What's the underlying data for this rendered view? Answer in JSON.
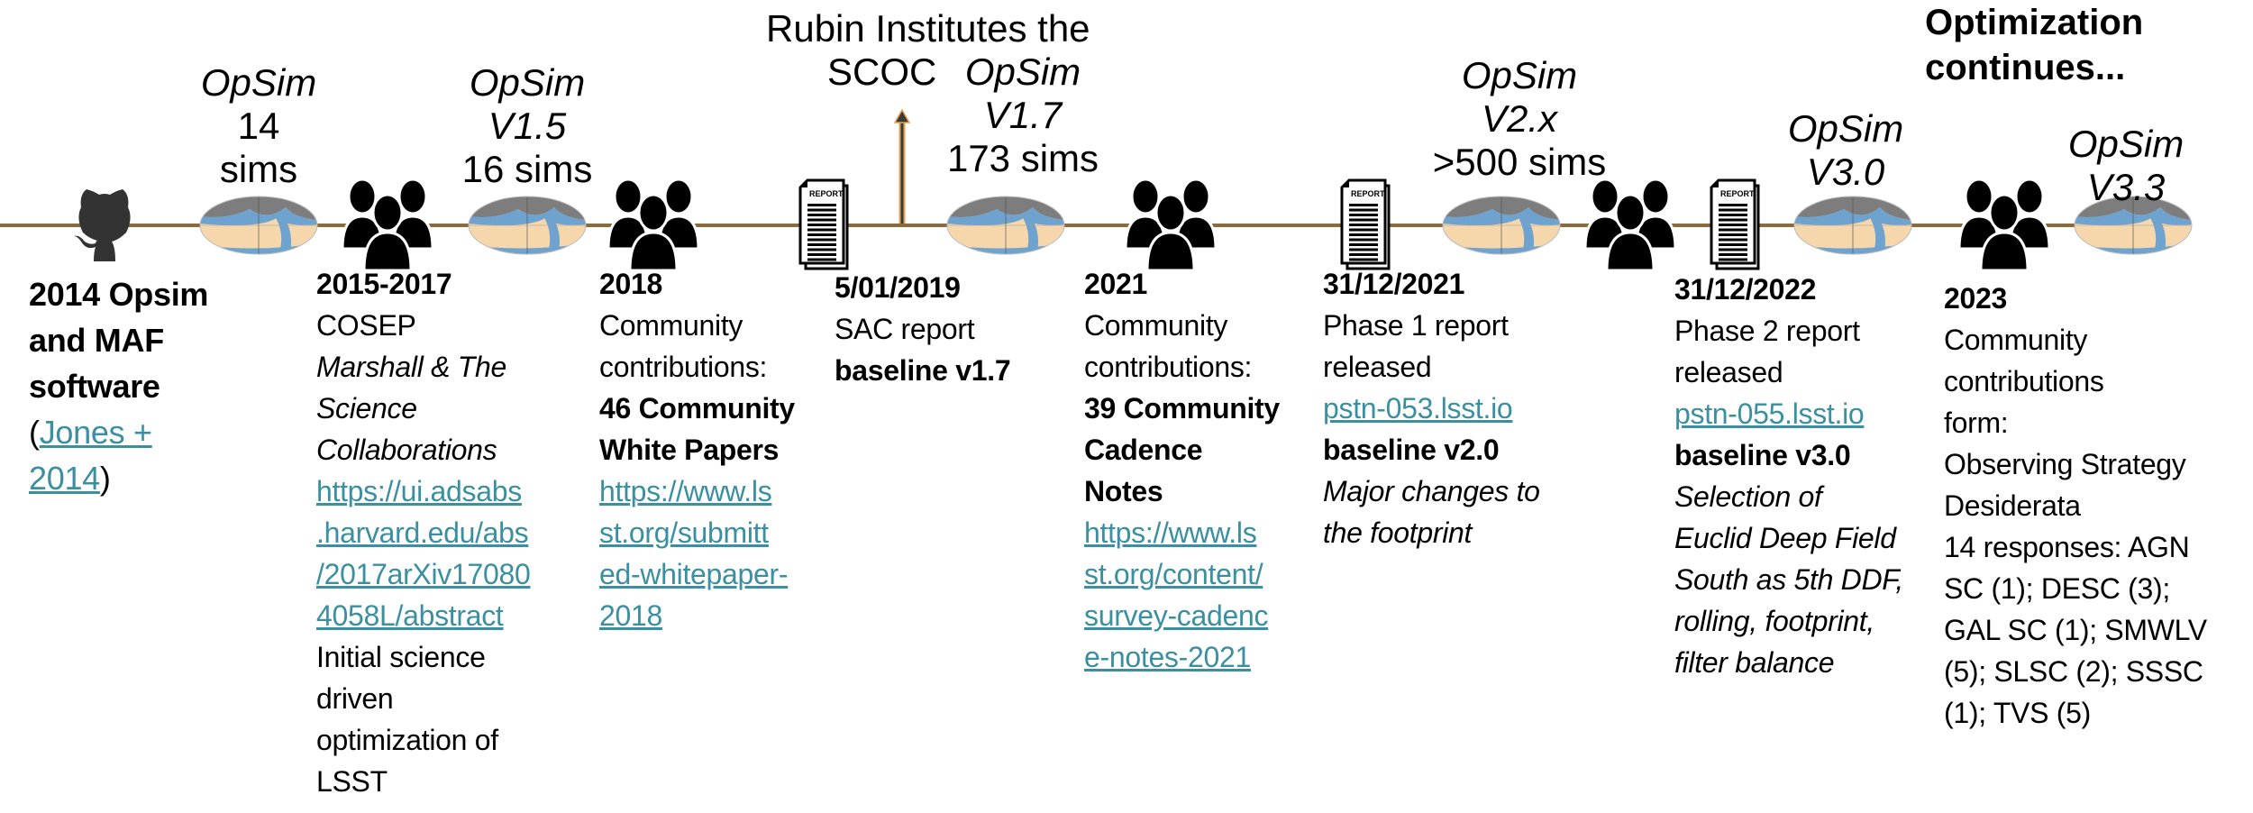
{
  "colors": {
    "timeline": "#8a6b3e",
    "link": "#3a8fa0",
    "arrow_outline": "#e8a24a",
    "globe_blue": "#6fa3cf",
    "globe_peach": "#f6d7ab",
    "globe_grey": "#7d7d7d"
  },
  "icons": [
    "github-icon",
    "globe-map-icon",
    "people-group-icon",
    "report-document-icon",
    "arrow-up-icon"
  ],
  "top": {
    "opsim14": [
      "OpSim",
      "14",
      "sims"
    ],
    "opsim15": [
      "OpSim",
      "V1.5",
      "16 sims"
    ],
    "rubin": [
      "Rubin Institutes the",
      "SCOC"
    ],
    "opsim17": [
      "OpSim",
      "V1.7",
      "173 sims"
    ],
    "opsim2x": [
      "OpSim",
      "V2.x",
      ">500 sims"
    ],
    "optimization": [
      "Optimization",
      "continues..."
    ],
    "opsim30": [
      "OpSim",
      "V3.0"
    ],
    "opsim33": [
      "OpSim",
      "V3.3"
    ]
  },
  "columns": [
    [
      [
        {
          "t": "2014 Opsim",
          "s": "b"
        }
      ],
      [
        {
          "t": "and MAF",
          "s": "b"
        }
      ],
      [
        {
          "t": "software",
          "s": "b"
        }
      ],
      [
        {
          "t": "(",
          "s": ""
        },
        {
          "t": "Jones +",
          "s": "l"
        }
      ],
      [
        {
          "t": "2014",
          "s": "l"
        },
        {
          "t": ")",
          "s": ""
        }
      ]
    ],
    [
      [
        {
          "t": "2015-2017",
          "s": "b"
        }
      ],
      [
        {
          "t": "COSEP",
          "s": ""
        }
      ],
      [
        {
          "t": "Marshall & The",
          "s": "i"
        }
      ],
      [
        {
          "t": "Science",
          "s": "i"
        }
      ],
      [
        {
          "t": "Collaborations",
          "s": "i"
        }
      ],
      [
        {
          "t": "https://ui.adsabs",
          "s": "l"
        }
      ],
      [
        {
          "t": ".harvard.edu/abs",
          "s": "l"
        }
      ],
      [
        {
          "t": "/2017arXiv17080",
          "s": "l"
        }
      ],
      [
        {
          "t": "4058L/abstract",
          "s": "l"
        }
      ],
      [
        {
          "t": "Initial science",
          "s": ""
        }
      ],
      [
        {
          "t": "driven",
          "s": ""
        }
      ],
      [
        {
          "t": "optimization of",
          "s": ""
        }
      ],
      [
        {
          "t": "LSST",
          "s": ""
        }
      ]
    ],
    [
      [
        {
          "t": "2018",
          "s": "b"
        }
      ],
      [
        {
          "t": "Community",
          "s": ""
        }
      ],
      [
        {
          "t": "contributions:",
          "s": ""
        }
      ],
      [
        {
          "t": "46 Community",
          "s": "b"
        }
      ],
      [
        {
          "t": "White Papers",
          "s": "b"
        }
      ],
      [
        {
          "t": "https://www.ls",
          "s": "l"
        }
      ],
      [
        {
          "t": "st.org/submitt",
          "s": "l"
        }
      ],
      [
        {
          "t": "ed-whitepaper-",
          "s": "l"
        }
      ],
      [
        {
          "t": "2018",
          "s": "l"
        }
      ]
    ],
    [
      [
        {
          "t": "5/01/2019",
          "s": "b"
        }
      ],
      [
        {
          "t": "SAC report",
          "s": ""
        }
      ],
      [
        {
          "t": "baseline v1.7",
          "s": "b"
        }
      ]
    ],
    [
      [
        {
          "t": "2021",
          "s": "b"
        }
      ],
      [
        {
          "t": "Community",
          "s": ""
        }
      ],
      [
        {
          "t": "contributions:",
          "s": ""
        }
      ],
      [
        {
          "t": "39 Community",
          "s": "b"
        }
      ],
      [
        {
          "t": "Cadence",
          "s": "b"
        }
      ],
      [
        {
          "t": "Notes",
          "s": "b"
        }
      ],
      [
        {
          "t": "https://www.ls",
          "s": "l"
        }
      ],
      [
        {
          "t": "st.org/content/",
          "s": "l"
        }
      ],
      [
        {
          "t": "survey-cadenc",
          "s": "l"
        }
      ],
      [
        {
          "t": "e-notes-2021",
          "s": "l"
        }
      ]
    ],
    [
      [
        {
          "t": "31/12/2021",
          "s": "b"
        }
      ],
      [
        {
          "t": "Phase 1 report",
          "s": ""
        }
      ],
      [
        {
          "t": "released",
          "s": ""
        }
      ],
      [
        {
          "t": "pstn-053.lsst.io",
          "s": "l"
        }
      ],
      [
        {
          "t": "baseline v2.0",
          "s": "b"
        }
      ],
      [
        {
          "t": "Major changes to",
          "s": "i"
        }
      ],
      [
        {
          "t": "the footprint",
          "s": "i"
        }
      ]
    ],
    [
      [
        {
          "t": "31/12/2022",
          "s": "b"
        }
      ],
      [
        {
          "t": "Phase 2 report",
          "s": ""
        }
      ],
      [
        {
          "t": "released",
          "s": ""
        }
      ],
      [
        {
          "t": "pstn-055.lsst.io",
          "s": "l"
        }
      ],
      [
        {
          "t": "baseline v3.0",
          "s": "b"
        }
      ],
      [
        {
          "t": "Selection of",
          "s": "i"
        }
      ],
      [
        {
          "t": "Euclid Deep Field",
          "s": "i"
        }
      ],
      [
        {
          "t": "South as 5th DDF,",
          "s": "i"
        }
      ],
      [
        {
          "t": "rolling, footprint,",
          "s": "i"
        }
      ],
      [
        {
          "t": "filter balance",
          "s": "i"
        }
      ]
    ],
    [
      [
        {
          "t": "2023",
          "s": "b"
        }
      ],
      [
        {
          "t": "Community",
          "s": ""
        }
      ],
      [
        {
          "t": "contributions",
          "s": ""
        }
      ],
      [
        {
          "t": "form:",
          "s": ""
        }
      ],
      [
        {
          "t": "Observing Strategy",
          "s": ""
        }
      ],
      [
        {
          "t": "Desiderata",
          "s": ""
        }
      ],
      [
        {
          "t": "14 responses: AGN",
          "s": ""
        }
      ],
      [
        {
          "t": "SC (1); DESC (3);",
          "s": ""
        }
      ],
      [
        {
          "t": "GAL SC (1); SMWLV",
          "s": ""
        }
      ],
      [
        {
          "t": "(5); SLSC (2); SSSC",
          "s": ""
        }
      ],
      [
        {
          "t": "(1); TVS (5)",
          "s": ""
        }
      ]
    ]
  ]
}
